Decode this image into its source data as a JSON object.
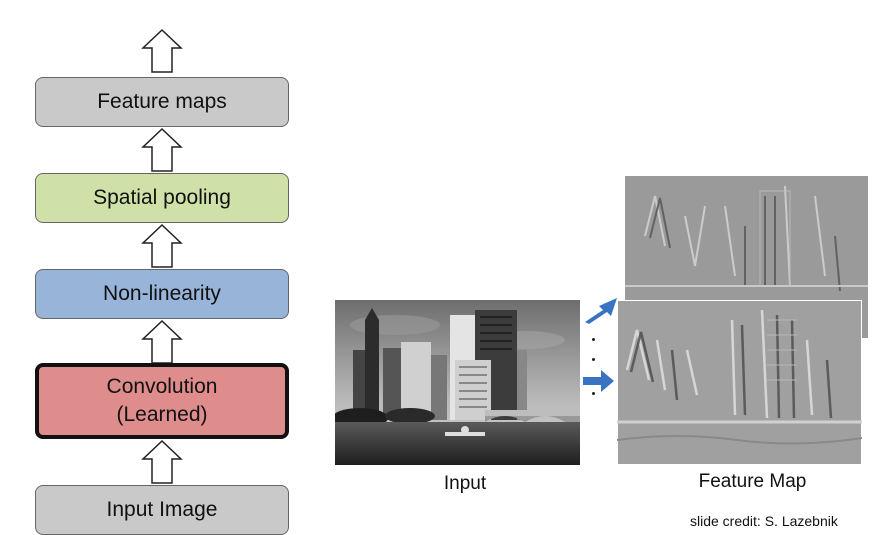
{
  "pipeline": {
    "feature_maps": "Feature maps",
    "spatial_pooling": "Spatial pooling",
    "non_linearity": "Non-linearity",
    "convolution_line1": "Convolution",
    "convolution_line2": "(Learned)",
    "input_image": "Input Image"
  },
  "illustration": {
    "input_caption": "Input",
    "feature_map_caption": "Feature Map"
  },
  "credit": "slide credit: S. Lazebnik",
  "colors": {
    "feature_maps_fill": "#c9c9c9",
    "spatial_pooling_fill": "#cfe1a8",
    "non_linearity_fill": "#98b4d9",
    "convolution_fill": "#de8c8c",
    "input_image_fill": "#c9c9c9",
    "arrow_blue": "#3a73c2"
  }
}
